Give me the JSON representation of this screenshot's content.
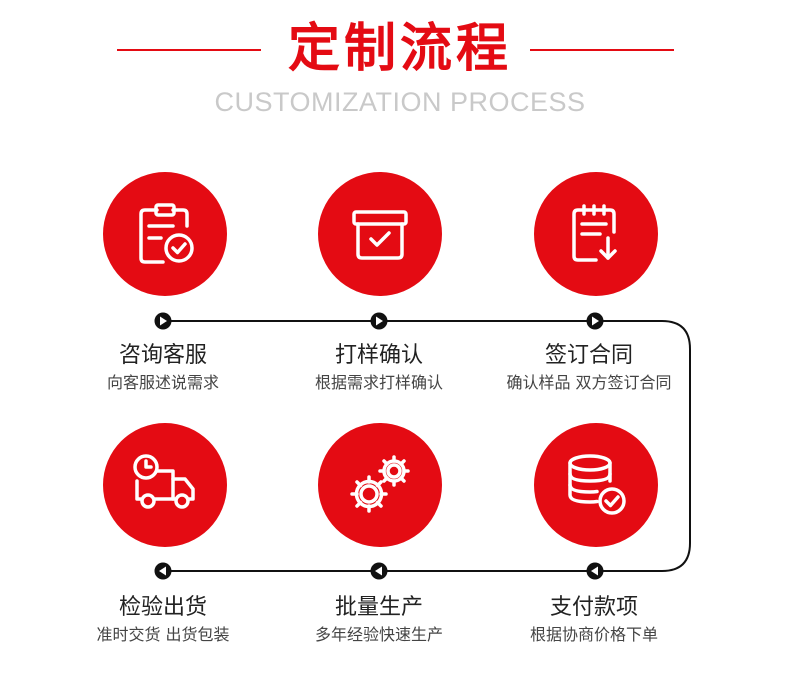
{
  "header": {
    "title": "定制流程",
    "subtitle": "CUSTOMIZATION PROCESS"
  },
  "colors": {
    "accent": "#e40b13",
    "line": "#111111"
  },
  "steps": [
    {
      "title": "咨询客服",
      "desc": "向客服述说需求",
      "icon": "clipboard-check-icon"
    },
    {
      "title": "打样确认",
      "desc": "根据需求打样确认",
      "icon": "box-check-icon"
    },
    {
      "title": "签订合同",
      "desc": "确认样品 双方签订合同",
      "icon": "document-download-icon"
    },
    {
      "title": "支付款项",
      "desc": "根据协商价格下单",
      "icon": "database-check-icon"
    },
    {
      "title": "批量生产",
      "desc": "多年经验快速生产",
      "icon": "gears-icon"
    },
    {
      "title": "检验出货",
      "desc": "准时交货 出货包装",
      "icon": "delivery-truck-icon"
    }
  ]
}
